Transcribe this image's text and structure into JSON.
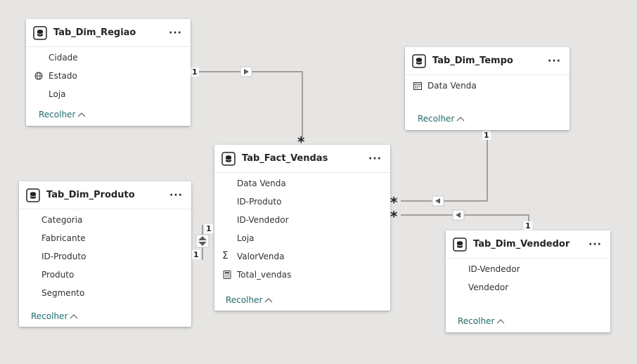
{
  "tables": {
    "regiao": {
      "title": "Tab_Dim_Regiao",
      "fields": [
        "Cidade",
        "Estado",
        "Loja"
      ],
      "collapse_label": "Recolher"
    },
    "tempo": {
      "title": "Tab_Dim_Tempo",
      "fields": [
        "Data Venda"
      ],
      "collapse_label": "Recolher"
    },
    "fact": {
      "title": "Tab_Fact_Vendas",
      "fields": [
        "Data Venda",
        "ID-Produto",
        "ID-Vendedor",
        "Loja",
        "ValorVenda",
        "Total_vendas"
      ],
      "collapse_label": "Recolher"
    },
    "produto": {
      "title": "Tab_Dim_Produto",
      "fields": [
        "Categoria",
        "Fabricante",
        "ID-Produto",
        "Produto",
        "Segmento"
      ],
      "collapse_label": "Recolher"
    },
    "vendedor": {
      "title": "Tab_Dim_Vendedor",
      "fields": [
        "ID-Vendedor",
        "Vendedor"
      ],
      "collapse_label": "Recolher"
    }
  },
  "more_label": "···",
  "relationships": {
    "regiao_fact": {
      "from_card": "1",
      "to_card": "*"
    },
    "tempo_fact": {
      "from_card": "1",
      "to_card": "*"
    },
    "vendedor_fact": {
      "from_card": "1",
      "to_card": "*"
    },
    "produto_fact": {
      "from_card": "1",
      "to_card": "1"
    }
  },
  "colors": {
    "background": "#e6e5e3",
    "line": "#8a8886",
    "link_text": "#1f6b6b"
  },
  "icons": {
    "table": "table-icon",
    "globe": "globe-icon",
    "calendar": "calendar-icon",
    "sigma": "sigma-icon",
    "calculator": "calculator-icon",
    "more": "more-options-icon",
    "chevron": "chevron-up-icon"
  }
}
